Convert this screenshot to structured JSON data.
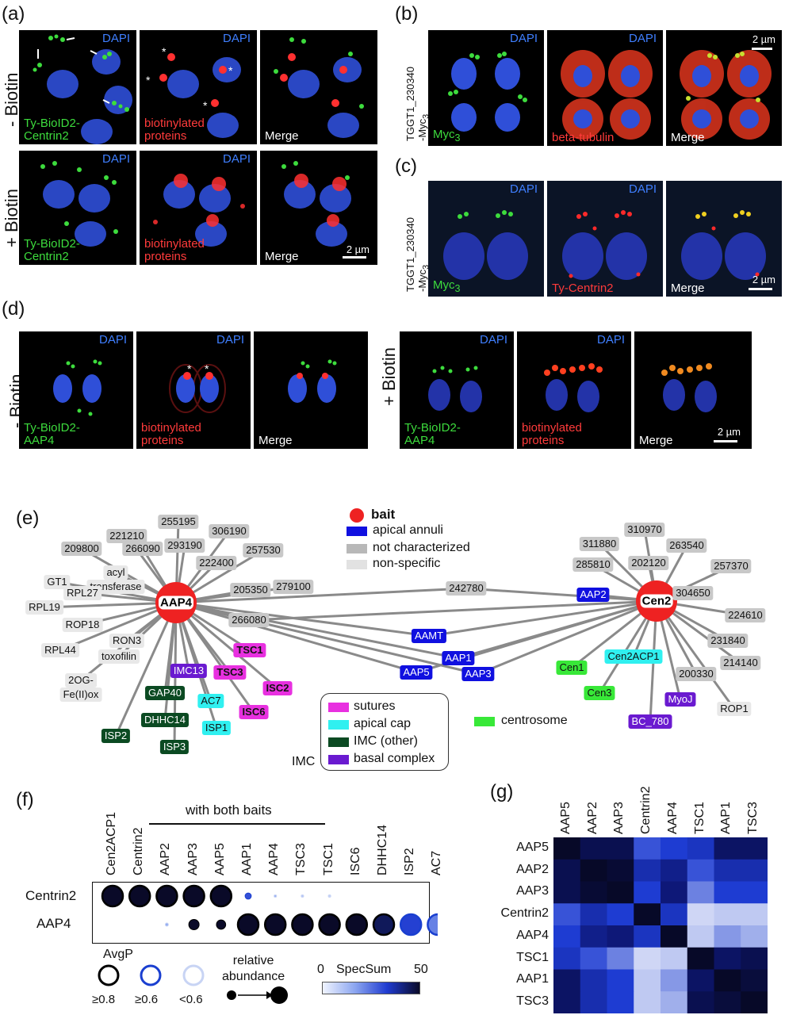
{
  "panel_letters": {
    "a": "(a)",
    "b": "(b)",
    "c": "(c)",
    "d": "(d)",
    "e": "(e)",
    "f": "(f)",
    "g": "(g)"
  },
  "common": {
    "dapi": "DAPI",
    "merge": "Merge",
    "scale": "2 µm",
    "minus_biotin": "- Biotin",
    "plus_biotin": "+ Biotin"
  },
  "panel_a": {
    "green_label_1": "Ty-BioID2-",
    "green_label_2": "Centrin2",
    "red_label_1": "biotinylated",
    "red_label_2": "proteins"
  },
  "panel_b": {
    "side_label_1": "TGGT1_230340",
    "side_label_2": "-Myc",
    "side_sub": "3",
    "green_label": "Myc",
    "green_sub": "3",
    "red_label": "beta-tubulin"
  },
  "panel_c": {
    "side_label_1": "TGGT1_230340",
    "side_label_2": "-Myc",
    "side_sub": "3",
    "green_label": "Myc",
    "green_sub": "3",
    "red_label": "Ty-Centrin2"
  },
  "panel_d": {
    "green_label_1": "Ty-BioID2-",
    "green_label_2": "AAP4",
    "red_label_1": "biotinylated",
    "red_label_2": "proteins"
  },
  "panel_e": {
    "legend": {
      "bait": "bait",
      "apical_annuli": "apical annuli",
      "not_characterized": "not characterized",
      "non_specific": "non-specific",
      "centrosome": "centrosome",
      "sutures": "sutures",
      "apical_cap": "apical cap",
      "imc_other": "IMC (other)",
      "basal_complex": "basal complex",
      "imc": "IMC"
    },
    "baits": {
      "aap4": "AAP4",
      "cen2": "Cen2"
    },
    "aap4_nodes": [
      {
        "t": "221210",
        "c": "grey"
      },
      {
        "t": "255195",
        "c": "grey"
      },
      {
        "t": "306190",
        "c": "grey"
      },
      {
        "t": "209800",
        "c": "grey"
      },
      {
        "t": "266090",
        "c": "grey"
      },
      {
        "t": "293190",
        "c": "grey"
      },
      {
        "t": "257530",
        "c": "grey"
      },
      {
        "t": "222400",
        "c": "grey"
      },
      {
        "t": "GT1",
        "c": "lgrey"
      },
      {
        "t": "acyl",
        "c": "lgrey"
      },
      {
        "t": "transferase",
        "c": "lgrey"
      },
      {
        "t": "205350",
        "c": "grey"
      },
      {
        "t": "279100",
        "c": "grey"
      },
      {
        "t": "RPL27",
        "c": "lgrey"
      },
      {
        "t": "RPL19",
        "c": "lgrey"
      },
      {
        "t": "ROP18",
        "c": "lgrey"
      },
      {
        "t": "RON3",
        "c": "lgrey"
      },
      {
        "t": "RPL44",
        "c": "lgrey"
      },
      {
        "t": "toxofilin",
        "c": "lgrey"
      },
      {
        "t": "2OG-",
        "c": "lgrey"
      },
      {
        "t": "Fe(II)ox",
        "c": "lgrey"
      },
      {
        "t": "IMC13",
        "c": "purp"
      },
      {
        "t": "TSC3",
        "c": "mag"
      },
      {
        "t": "TSC1",
        "c": "mag"
      },
      {
        "t": "ISC2",
        "c": "mag"
      },
      {
        "t": "ISC6",
        "c": "mag"
      },
      {
        "t": "GAP40",
        "c": "dgreen"
      },
      {
        "t": "AC7",
        "c": "cyan"
      },
      {
        "t": "DHHC14",
        "c": "dgreen"
      },
      {
        "t": "ISP1",
        "c": "cyan"
      },
      {
        "t": "ISP2",
        "c": "dgreen"
      },
      {
        "t": "ISP3",
        "c": "dgreen"
      }
    ],
    "shared_nodes": [
      {
        "t": "242780",
        "c": "grey"
      },
      {
        "t": "266080",
        "c": "grey"
      },
      {
        "t": "AAMT",
        "c": "blue"
      },
      {
        "t": "AAP1",
        "c": "blue"
      },
      {
        "t": "AAP5",
        "c": "blue"
      },
      {
        "t": "AAP3",
        "c": "blue"
      }
    ],
    "cen2_nodes": [
      {
        "t": "311880",
        "c": "grey"
      },
      {
        "t": "310970",
        "c": "grey"
      },
      {
        "t": "263540",
        "c": "grey"
      },
      {
        "t": "285810",
        "c": "grey"
      },
      {
        "t": "202120",
        "c": "grey"
      },
      {
        "t": "257370",
        "c": "grey"
      },
      {
        "t": "AAP2",
        "c": "blue"
      },
      {
        "t": "304650",
        "c": "grey"
      },
      {
        "t": "224610",
        "c": "grey"
      },
      {
        "t": "231840",
        "c": "grey"
      },
      {
        "t": "214140",
        "c": "grey"
      },
      {
        "t": "200330",
        "c": "grey"
      },
      {
        "t": "Cen2ACP1",
        "c": "cyan"
      },
      {
        "t": "Cen1",
        "c": "green"
      },
      {
        "t": "MyoJ",
        "c": "purp"
      },
      {
        "t": "ROP1",
        "c": "lgrey"
      },
      {
        "t": "Cen3",
        "c": "green"
      },
      {
        "t": "BC_780",
        "c": "purp"
      }
    ]
  },
  "panel_f": {
    "header": "with both baits",
    "columns": [
      "Cen2ACP1",
      "Centrin2",
      "AAP2",
      "AAP3",
      "AAP5",
      "AAP1",
      "AAP4",
      "TSC3",
      "TSC1",
      "ISC6",
      "DHHC14",
      "ISP2",
      "AC7"
    ],
    "rows": [
      "Centrin2",
      "AAP4"
    ],
    "legend_avgp": "AvgP",
    "legend_ge08": "≥0.8",
    "legend_ge06": "≥0.6",
    "legend_lt06": "<0.6",
    "legend_rel_1": "relative",
    "legend_rel_2": "abundance",
    "legend_spec": "SpecSum",
    "legend_spec_min": "0",
    "legend_spec_max": "50"
  },
  "chart_data": {
    "type": "heatmap",
    "title": "",
    "rows": [
      "AAP5",
      "AAP2",
      "AAP3",
      "Centrin2",
      "AAP4",
      "TSC1",
      "AAP1",
      "TSC3"
    ],
    "columns": [
      "AAP5",
      "AAP2",
      "AAP3",
      "Centrin2",
      "AAP4",
      "TSC1",
      "AAP1",
      "TSC3"
    ],
    "values": [
      [
        0.05,
        0.15,
        0.15,
        0.55,
        0.5,
        0.45,
        0.2,
        0.2
      ],
      [
        0.15,
        0.05,
        0.08,
        0.4,
        0.3,
        0.55,
        0.4,
        0.4
      ],
      [
        0.15,
        0.08,
        0.05,
        0.5,
        0.25,
        0.65,
        0.5,
        0.5
      ],
      [
        0.55,
        0.4,
        0.5,
        0.05,
        0.45,
        0.9,
        0.85,
        0.85
      ],
      [
        0.5,
        0.3,
        0.25,
        0.45,
        0.05,
        0.85,
        0.7,
        0.75
      ],
      [
        0.45,
        0.55,
        0.65,
        0.9,
        0.85,
        0.05,
        0.2,
        0.15
      ],
      [
        0.2,
        0.4,
        0.5,
        0.85,
        0.7,
        0.2,
        0.05,
        0.1
      ],
      [
        0.2,
        0.4,
        0.5,
        0.85,
        0.75,
        0.15,
        0.1,
        0.05
      ]
    ]
  },
  "dotplot": {
    "Centrin2": [
      {
        "size": 1,
        "fill": 1,
        "ring": "k"
      },
      {
        "size": 1,
        "fill": 1,
        "ring": "k"
      },
      {
        "size": 1,
        "fill": 1,
        "ring": "k"
      },
      {
        "size": 1,
        "fill": 1,
        "ring": "k"
      },
      {
        "size": 1,
        "fill": 1,
        "ring": "k"
      },
      {
        "size": 0.3,
        "fill": 0.6,
        "ring": "b"
      },
      {
        "size": 0.12,
        "fill": 0.3,
        "ring": "l"
      },
      {
        "size": 0.12,
        "fill": 0.2,
        "ring": "l"
      },
      {
        "size": 0.12,
        "fill": 0.15,
        "ring": "l"
      },
      null,
      null,
      null,
      null
    ],
    "AAP4": [
      null,
      null,
      {
        "size": 0.15,
        "fill": 0.3,
        "ring": "l"
      },
      {
        "size": 0.5,
        "fill": 1,
        "ring": "k"
      },
      {
        "size": 0.45,
        "fill": 1,
        "ring": "k"
      },
      {
        "size": 1,
        "fill": 1,
        "ring": "k"
      },
      {
        "size": 1,
        "fill": 1,
        "ring": "k"
      },
      {
        "size": 1,
        "fill": 1,
        "ring": "k"
      },
      {
        "size": 1,
        "fill": 1,
        "ring": "k"
      },
      {
        "size": 1,
        "fill": 1,
        "ring": "k"
      },
      {
        "size": 1,
        "fill": 0.9,
        "ring": "k"
      },
      {
        "size": 1,
        "fill": 0.65,
        "ring": "b"
      },
      {
        "size": 1,
        "fill": 0.45,
        "ring": "b"
      }
    ]
  },
  "colors": {
    "bait": "#ee2222",
    "spec_low": "#f0f4ff",
    "spec_high": "#0a0a28"
  }
}
